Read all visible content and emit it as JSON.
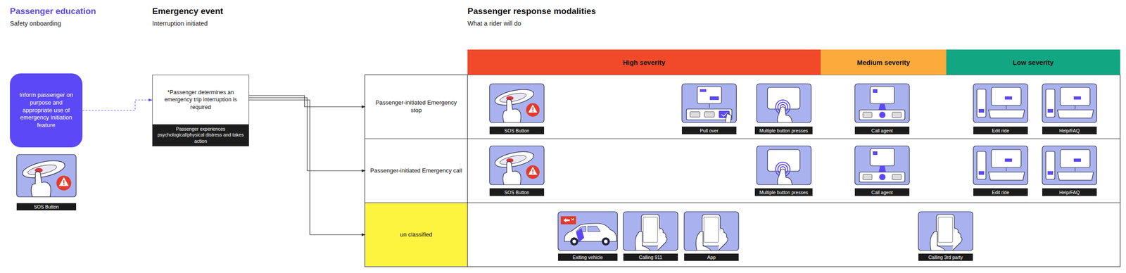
{
  "diagram": {
    "nodes": [
      {
        "text": [
          "Inform passenger on purpose and appropriate use of emergency initiation feature"
        ]
      },
      {
        "text": [
          "SOS Button"
        ]
      },
      {
        "text": [
          "*Passenger determines an emergency trip interruption is required"
        ]
      },
      {
        "text": [
          "Passenger experiences psychological/physical distress and takes action"
        ],
        "in": 2
      },
      {
        "text": [
          "High severity"
        ]
      },
      {
        "text": [
          "Medium severity"
        ]
      },
      {
        "text": [
          "Low severity"
        ]
      },
      {
        "text": [
          "Passenger-initiated Emergency stop"
        ]
      },
      {
        "text": [
          "SOS Button"
        ]
      },
      {
        "text": [
          "Pull over"
        ]
      },
      {
        "text": [
          "Multiple button presses"
        ]
      },
      {
        "text": [
          "Call agent"
        ]
      },
      {
        "text": [
          "Edit ride"
        ]
      },
      {
        "text": [
          "Help/FAQ"
        ]
      },
      {
        "text": [
          "Passenger-initiated Emergency call"
        ]
      },
      {
        "text": [
          "SOS Button"
        ]
      },
      {
        "text": [
          "Multiple button presses"
        ]
      },
      {
        "text": [
          "Call agent"
        ]
      },
      {
        "text": [
          "Edit ride"
        ]
      },
      {
        "text": [
          "Help/FAQ"
        ]
      },
      {
        "text": [
          "un classified"
        ]
      },
      {
        "text": [
          "Exiting vehicle"
        ]
      },
      {
        "text": [
          "Calling 911"
        ]
      },
      {
        "text": [
          "App"
        ]
      },
      {
        "text": [
          "Calling 3rd party"
        ]
      }
    ],
    "edges": [
      {
        "from": 0,
        "to": 2,
        "arrow": "to"
      },
      {
        "from": 2,
        "to": 7,
        "arrow": "to"
      },
      {
        "from": 2,
        "to": 14,
        "arrow": "to"
      },
      {
        "from": 2,
        "to": 20,
        "arrow": "to"
      }
    ],
    "labels": [
      "Passenger education",
      "Safety onboarding",
      "Emergency event",
      "Interruption initiated",
      "Passenger response modalities",
      "What a rider will do"
    ]
  }
}
